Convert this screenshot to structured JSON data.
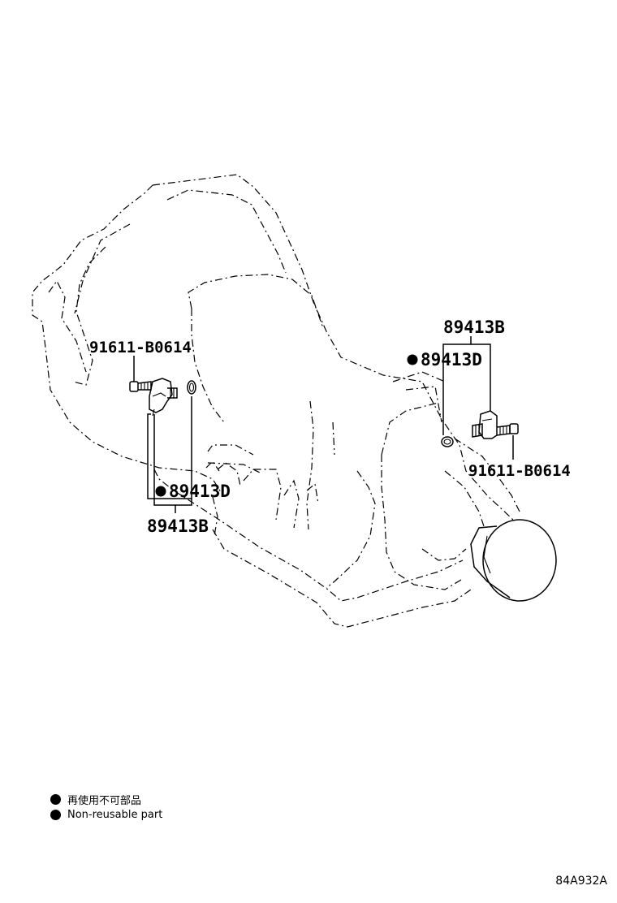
{
  "diagram": {
    "callouts": {
      "left_bolt": "91611-B0614",
      "left_oring": "89413D",
      "left_sensor_assy": "89413B",
      "right_sensor_assy": "89413B",
      "right_oring": "89413D",
      "right_bolt": "91611-B0614"
    }
  },
  "legend": {
    "japanese": "再使用不可部品",
    "english": "Non-reusable part"
  },
  "figure_code": "84A932A"
}
